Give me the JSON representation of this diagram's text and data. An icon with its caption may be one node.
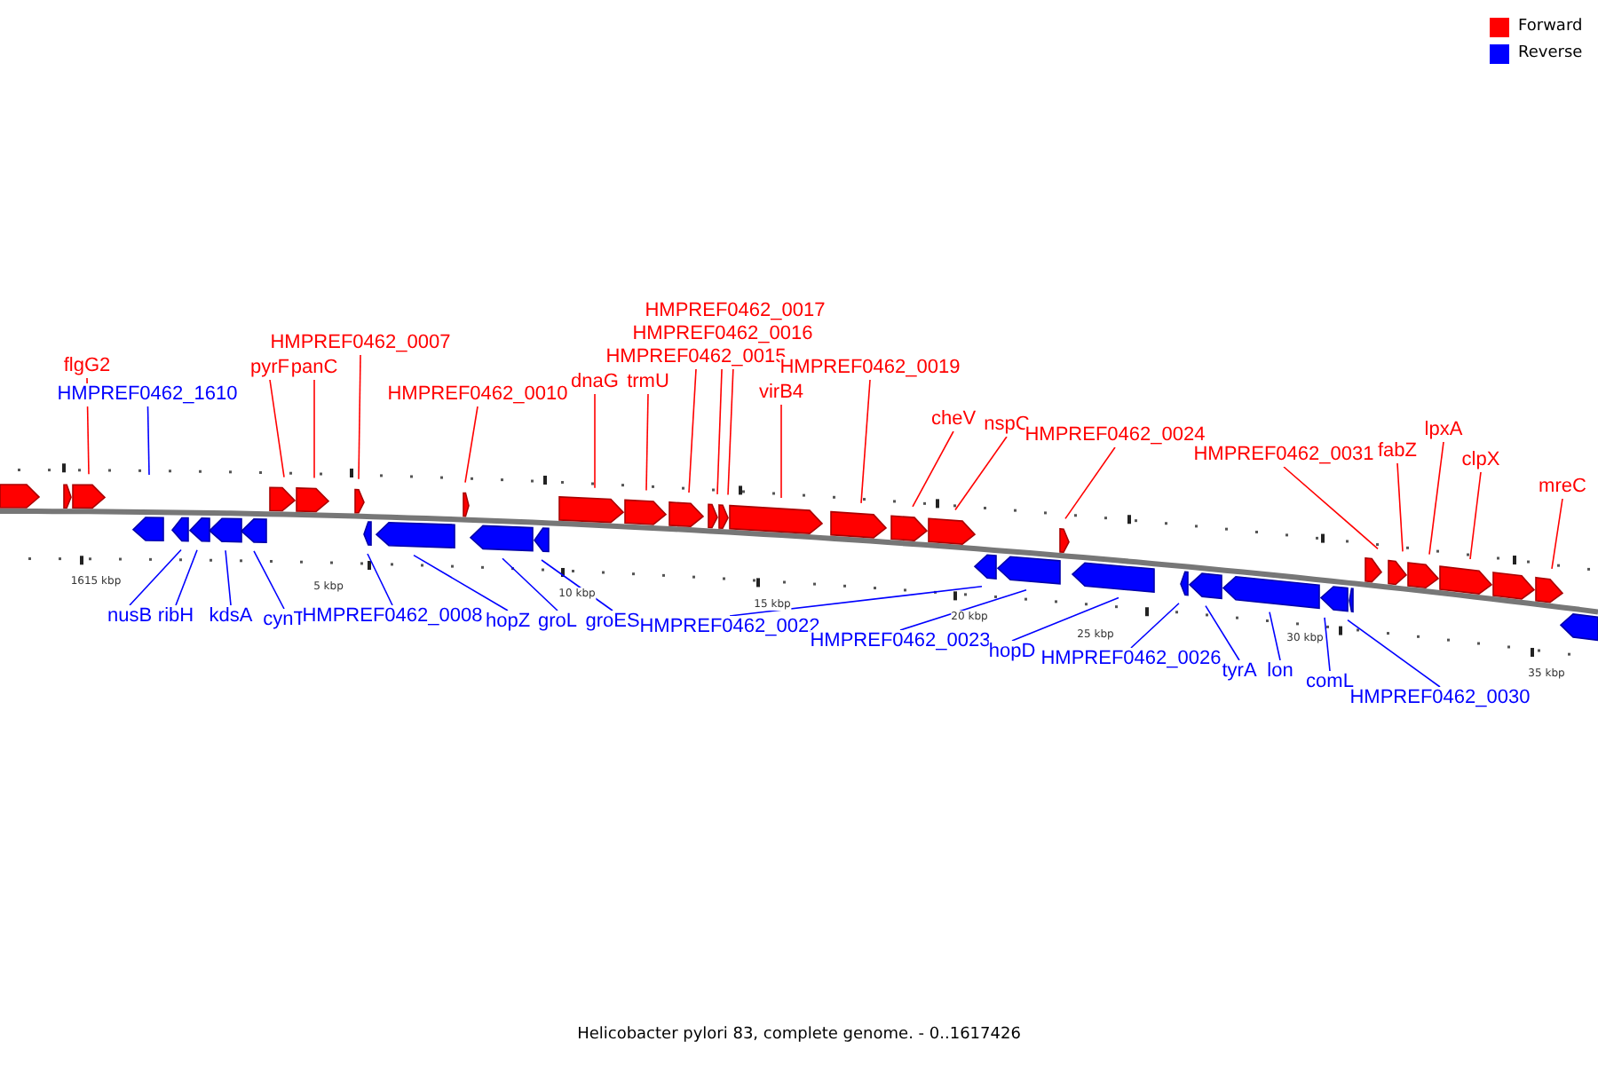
{
  "diagram": {
    "caption": "Helicobacter pylori 83, complete genome. - 0..1617426",
    "nodes": [
      {
        "text": [
          "flgG2"
        ]
      },
      {
        "text": [
          "HMPREF0462_1610"
        ]
      },
      {
        "text": [
          "pyrF"
        ]
      },
      {
        "text": [
          "panC"
        ]
      },
      {
        "text": [
          "HMPREF0462_0007"
        ]
      },
      {
        "text": [
          "HMPREF0462_0010"
        ]
      },
      {
        "text": [
          "dnaG"
        ]
      },
      {
        "text": [
          "trmU"
        ]
      },
      {
        "text": [
          "HMPREF0462_0015"
        ]
      },
      {
        "text": [
          "HMPREF0462_0016"
        ]
      },
      {
        "text": [
          "HMPREF0462_0017"
        ]
      },
      {
        "text": [
          "virB4"
        ]
      },
      {
        "text": [
          "HMPREF0462_0019"
        ]
      },
      {
        "text": [
          "cheV"
        ]
      },
      {
        "text": [
          "nspC"
        ]
      },
      {
        "text": [
          "HMPREF0462_0024"
        ]
      },
      {
        "text": [
          "HMPREF0462_0031"
        ]
      },
      {
        "text": [
          "fabZ"
        ]
      },
      {
        "text": [
          "lpxA"
        ]
      },
      {
        "text": [
          "clpX"
        ]
      },
      {
        "text": [
          "mreC"
        ]
      },
      {
        "text": [
          "nusB"
        ]
      },
      {
        "text": [
          "ribH"
        ]
      },
      {
        "text": [
          "kdsA"
        ]
      },
      {
        "text": [
          "cynT"
        ]
      },
      {
        "text": [
          "HMPREF0462_0008"
        ]
      },
      {
        "text": [
          "hopZ"
        ]
      },
      {
        "text": [
          "groL"
        ]
      },
      {
        "text": [
          "groES"
        ]
      },
      {
        "text": [
          "HMPREF0462_0022"
        ]
      },
      {
        "text": [
          "HMPREF0462_0023"
        ]
      },
      {
        "text": [
          "hopD"
        ]
      },
      {
        "text": [
          "HMPREF0462_0026"
        ]
      },
      {
        "text": [
          "tyrA"
        ]
      },
      {
        "text": [
          "lon"
        ]
      },
      {
        "text": [
          "comL"
        ]
      },
      {
        "text": [
          "HMPREF0462_0030"
        ]
      }
    ],
    "edges": [
      {
        "from": 0,
        "to": null,
        "arrow": "none"
      },
      {
        "from": 1,
        "to": null,
        "arrow": "none",
        "color": "#0000ff"
      },
      {
        "from": 2,
        "to": null,
        "arrow": "none"
      },
      {
        "from": 3,
        "to": null,
        "arrow": "none"
      },
      {
        "from": 4,
        "to": null,
        "arrow": "none"
      },
      {
        "from": 5,
        "to": null,
        "arrow": "none"
      },
      {
        "from": 6,
        "to": null,
        "arrow": "none"
      },
      {
        "from": 7,
        "to": null,
        "arrow": "none"
      },
      {
        "from": 8,
        "to": null,
        "arrow": "none"
      },
      {
        "from": 9,
        "to": null,
        "arrow": "none"
      },
      {
        "from": 10,
        "to": null,
        "arrow": "none"
      },
      {
        "from": 11,
        "to": null,
        "arrow": "none"
      },
      {
        "from": 12,
        "to": null,
        "arrow": "none"
      },
      {
        "from": 13,
        "to": null,
        "arrow": "none"
      },
      {
        "from": 14,
        "to": null,
        "arrow": "none"
      },
      {
        "from": 15,
        "to": null,
        "arrow": "none"
      },
      {
        "from": 16,
        "to": null,
        "arrow": "none"
      },
      {
        "from": 17,
        "to": null,
        "arrow": "none"
      },
      {
        "from": 18,
        "to": null,
        "arrow": "none"
      },
      {
        "from": 19,
        "to": null,
        "arrow": "none"
      },
      {
        "from": 20,
        "to": null,
        "arrow": "none"
      },
      {
        "from": 21,
        "to": null,
        "arrow": "none",
        "color": "#0000ff"
      },
      {
        "from": 22,
        "to": null,
        "arrow": "none",
        "color": "#0000ff"
      },
      {
        "from": 23,
        "to": null,
        "arrow": "none",
        "color": "#0000ff"
      },
      {
        "from": 24,
        "to": null,
        "arrow": "none",
        "color": "#0000ff"
      },
      {
        "from": 25,
        "to": null,
        "arrow": "none",
        "color": "#0000ff"
      },
      {
        "from": 26,
        "to": null,
        "arrow": "none",
        "color": "#0000ff"
      },
      {
        "from": 27,
        "to": null,
        "arrow": "none",
        "color": "#0000ff"
      },
      {
        "from": 28,
        "to": null,
        "arrow": "none",
        "color": "#0000ff"
      },
      {
        "from": 29,
        "to": null,
        "arrow": "none",
        "color": "#0000ff"
      },
      {
        "from": 30,
        "to": null,
        "arrow": "none",
        "color": "#0000ff"
      },
      {
        "from": 31,
        "to": null,
        "arrow": "none",
        "color": "#0000ff"
      },
      {
        "from": 32,
        "to": null,
        "arrow": "none",
        "color": "#0000ff"
      },
      {
        "from": 33,
        "to": null,
        "arrow": "none",
        "color": "#0000ff"
      },
      {
        "from": 34,
        "to": null,
        "arrow": "none",
        "color": "#0000ff"
      },
      {
        "from": 35,
        "to": null,
        "arrow": "none",
        "color": "#0000ff"
      },
      {
        "from": 36,
        "to": null,
        "arrow": "none",
        "color": "#0000ff"
      }
    ],
    "labels": [
      "1615 kbp",
      "5 kbp",
      "10 kbp",
      "15 kbp",
      "20 kbp",
      "25 kbp",
      "30 kbp",
      "35 kbp"
    ],
    "legend": [
      {
        "text": "Forward",
        "color": "#ff0000"
      },
      {
        "text": "Reverse",
        "color": "#0000ff"
      }
    ]
  }
}
